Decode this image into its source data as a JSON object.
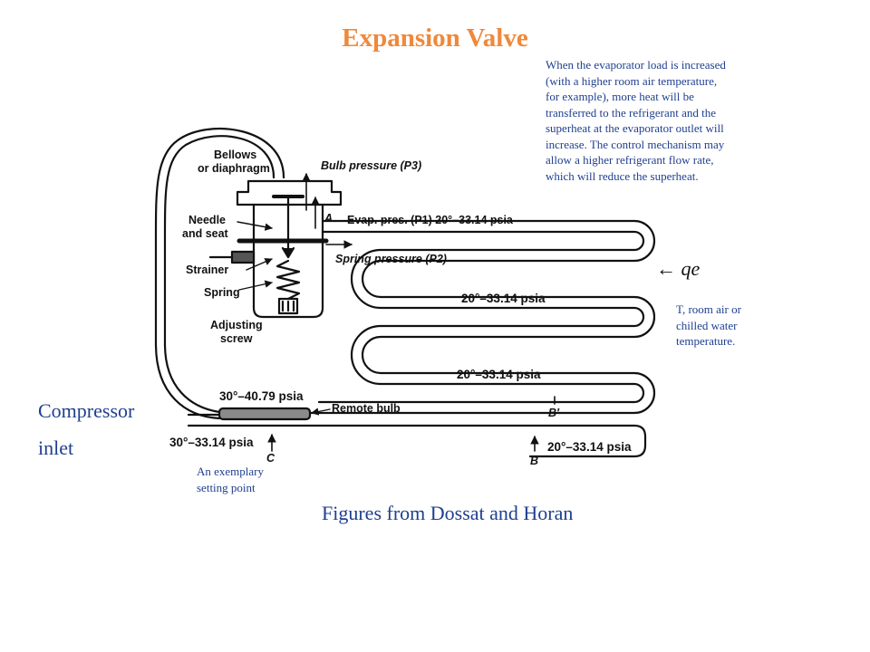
{
  "title": "Expansion Valve",
  "notes": {
    "evaporator_load": [
      "When the evaporator load is increased",
      "(with a higher room air temperature,",
      "for example), more heat will be",
      "transferred to the refrigerant and the",
      "superheat at the evaporator outlet will",
      "increase. The control mechanism may",
      "allow a higher refrigerant flow rate,",
      "which will reduce the superheat."
    ],
    "room_temp": [
      "T, room air or",
      "chilled water",
      "temperature."
    ],
    "setting_point": [
      "An exemplary",
      "setting point"
    ]
  },
  "side_label": [
    "Compressor",
    "inlet"
  ],
  "credit": "Figures from Dossat and Horan",
  "diagram": {
    "bellows": "Bellows",
    "diaphragm": "or diaphragm",
    "bulb_pressure": "Bulb pressure (P3)",
    "needle": "Needle",
    "and_seat": "and seat",
    "point_a": "A",
    "evap_pres": "Evap. pres. (P1) 20°–33.14 psia",
    "spring_pressure": "Spring pressure (P2)",
    "strainer": "Strainer",
    "spring": "Spring",
    "adjusting": "Adjusting",
    "screw": "screw",
    "coil_temp_1": "20°–33.14 psia",
    "coil_temp_2": "20°–33.14 psia",
    "remote_bulb_temp": "30°–40.79 psia",
    "remote_bulb": "Remote bulb",
    "outlet_temp": "30°–33.14 psia",
    "point_c": "C",
    "point_b_prime": "B′",
    "point_b": "B",
    "bottom_temp": "20°–33.14 psia",
    "heat_symbol": "← qe"
  }
}
